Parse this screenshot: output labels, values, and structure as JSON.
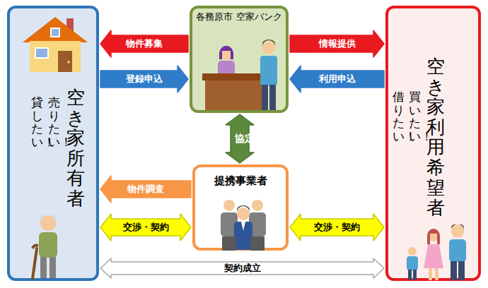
{
  "diagram": {
    "nodes": [
      {
        "text": [
          "空き家所有者",
          "売りたい！",
          "貸したい！"
        ]
      },
      {
        "text": [
          "各務原市 空家バンク"
        ]
      },
      {
        "text": [
          "空き家利用希望者",
          "買いたい！",
          "借りたい！"
        ]
      },
      {
        "text": [
          "提携事業者"
        ]
      }
    ],
    "edges": [
      {
        "from": 1,
        "to": 0,
        "label": "物件募集",
        "arrow": "to"
      },
      {
        "from": 0,
        "to": 1,
        "label": "登録申込",
        "arrow": "to"
      },
      {
        "from": 1,
        "to": 2,
        "label": "情報提供",
        "arrow": "to"
      },
      {
        "from": 2,
        "to": 1,
        "label": "利用申込",
        "arrow": "to"
      },
      {
        "from": 1,
        "to": 3,
        "label": "協定",
        "arrow": "both"
      },
      {
        "from": 3,
        "to": 0,
        "label": "物件調査",
        "arrow": "to"
      },
      {
        "from": 0,
        "to": 3,
        "label": "交渉・契約",
        "arrow": "both"
      },
      {
        "from": 3,
        "to": 2,
        "label": "交渉・契約",
        "arrow": "both"
      },
      {
        "from": 0,
        "to": 2,
        "label": "契約成立",
        "arrow": "both"
      }
    ]
  }
}
